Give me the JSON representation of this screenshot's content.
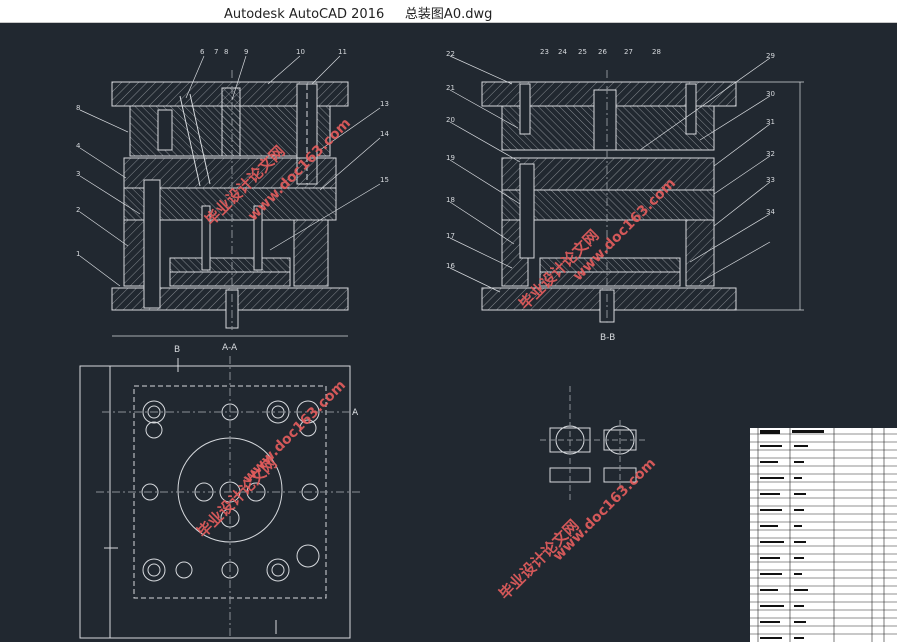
{
  "window": {
    "app_title": "Autodesk AutoCAD 2016",
    "file_name": "总装图A0.dwg"
  },
  "drawing": {
    "section_aa_label": "A-A",
    "section_bb_label": "B-B",
    "view_marker_a": "A",
    "view_marker_b": "B",
    "callouts_left": [
      "6",
      "7",
      "8",
      "9",
      "10",
      "11",
      "13",
      "14",
      "15",
      "8",
      "4",
      "3",
      "2",
      "1"
    ],
    "callouts_right": [
      "22",
      "23",
      "24",
      "25",
      "26",
      "27",
      "28",
      "21",
      "20",
      "19",
      "18",
      "17",
      "16",
      "29",
      "30",
      "31",
      "32",
      "33",
      "34"
    ]
  },
  "watermark": {
    "text_cn": "毕业设计论文网",
    "text_url": "www.doc163.com"
  }
}
